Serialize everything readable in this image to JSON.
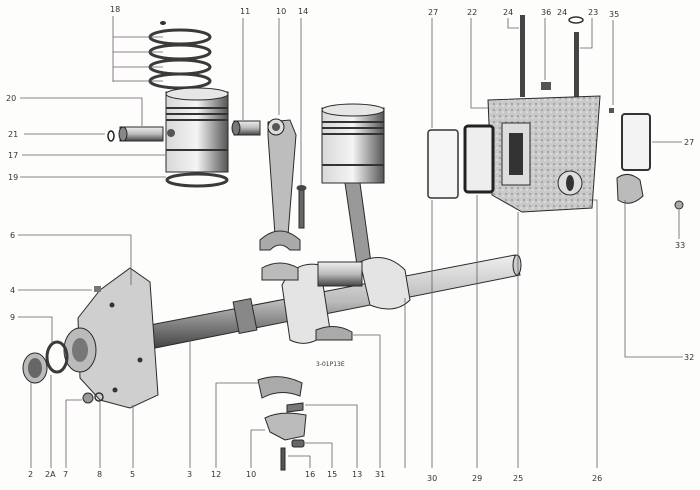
{
  "diagram": {
    "title": "Engine exploded parts diagram",
    "caption_code": "3-01P13E",
    "labels": [
      "18",
      "11",
      "10",
      "14",
      "27",
      "22",
      "24",
      "36",
      "24",
      "23",
      "35",
      "20",
      "21",
      "17",
      "19",
      "6",
      "4",
      "9",
      "27",
      "33",
      "32",
      "2",
      "2A",
      "7",
      "8",
      "5",
      "3",
      "12",
      "10",
      "16",
      "15",
      "13",
      "31",
      "30",
      "29",
      "25",
      "26"
    ],
    "colors": {
      "ink": "#2a2a2a",
      "metal": "#9a9a9a",
      "leader": "#6a5a6a"
    }
  }
}
